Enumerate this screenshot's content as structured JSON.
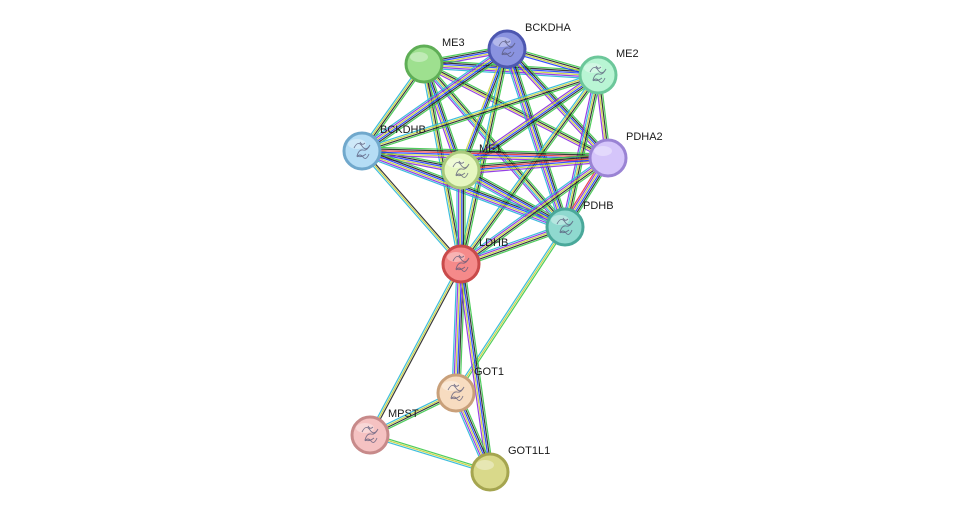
{
  "nodes": [
    {
      "id": "ME3",
      "label": "ME3",
      "fill": "#9ee08f",
      "stroke": "#5fae56",
      "has_structure": false
    },
    {
      "id": "BCKDHA",
      "label": "BCKDHA",
      "fill": "#8a93e0",
      "stroke": "#4d57b0",
      "has_structure": true
    },
    {
      "id": "ME2",
      "label": "ME2",
      "fill": "#b9f5d4",
      "stroke": "#6cc79a",
      "has_structure": true
    },
    {
      "id": "BCKDHB",
      "label": "BCKDHB",
      "fill": "#b5ddf5",
      "stroke": "#70a8cc",
      "has_structure": true
    },
    {
      "id": "ME1",
      "label": "ME1",
      "fill": "#e6f7c0",
      "stroke": "#a9c97b",
      "has_structure": true
    },
    {
      "id": "PDHA2",
      "label": "PDHA2",
      "fill": "#d5c5fa",
      "stroke": "#9a83d4",
      "has_structure": false
    },
    {
      "id": "PDHB",
      "label": "PDHB",
      "fill": "#8fd9cf",
      "stroke": "#4aa89a",
      "has_structure": true
    },
    {
      "id": "LDHB",
      "label": "LDHB",
      "fill": "#f58a8a",
      "stroke": "#c94a4a",
      "has_structure": true
    },
    {
      "id": "GOT1",
      "label": "GOT1",
      "fill": "#f7dcc0",
      "stroke": "#c9a07a",
      "has_structure": true
    },
    {
      "id": "MPST",
      "label": "MPST",
      "fill": "#f5c2c2",
      "stroke": "#c78a8a",
      "has_structure": true
    },
    {
      "id": "GOT1L1",
      "label": "GOT1L1",
      "fill": "#d9d98a",
      "stroke": "#a5a54f",
      "has_structure": false
    }
  ],
  "edges": [
    {
      "a": "ME3",
      "b": "BCKDHA",
      "colors": [
        "#3cc84a",
        "#222222",
        "#1e3cff",
        "#c9d23a",
        "#8a2be2"
      ]
    },
    {
      "a": "ME3",
      "b": "ME2",
      "colors": [
        "#3cc84a",
        "#222222",
        "#1e3cff",
        "#c9d23a",
        "#8a2be2",
        "#29b6d8"
      ]
    },
    {
      "a": "ME3",
      "b": "BCKDHB",
      "colors": [
        "#3cc84a",
        "#222222",
        "#c9d23a",
        "#29b6d8"
      ]
    },
    {
      "a": "ME3",
      "b": "ME1",
      "colors": [
        "#3cc84a",
        "#222222",
        "#1e3cff",
        "#c9d23a",
        "#8a2be2"
      ]
    },
    {
      "a": "ME3",
      "b": "PDHA2",
      "colors": [
        "#3cc84a",
        "#222222",
        "#c9d23a",
        "#8a2be2"
      ]
    },
    {
      "a": "ME3",
      "b": "PDHB",
      "colors": [
        "#3cc84a",
        "#222222",
        "#c9d23a",
        "#29b6d8",
        "#8a2be2"
      ]
    },
    {
      "a": "ME3",
      "b": "LDHB",
      "colors": [
        "#3cc84a",
        "#222222",
        "#c9d23a",
        "#29b6d8"
      ]
    },
    {
      "a": "BCKDHA",
      "b": "ME2",
      "colors": [
        "#3cc84a",
        "#222222",
        "#c9d23a",
        "#1e3cff"
      ]
    },
    {
      "a": "BCKDHA",
      "b": "BCKDHB",
      "colors": [
        "#3cc84a",
        "#222222",
        "#1e3cff",
        "#c9d23a",
        "#8a2be2",
        "#29b6d8"
      ]
    },
    {
      "a": "BCKDHA",
      "b": "ME1",
      "colors": [
        "#3cc84a",
        "#222222",
        "#1e3cff",
        "#c9d23a"
      ]
    },
    {
      "a": "BCKDHA",
      "b": "PDHA2",
      "colors": [
        "#3cc84a",
        "#222222",
        "#1e3cff",
        "#c9d23a",
        "#8a2be2"
      ]
    },
    {
      "a": "BCKDHA",
      "b": "PDHB",
      "colors": [
        "#3cc84a",
        "#222222",
        "#1e3cff",
        "#c9d23a",
        "#8a2be2",
        "#29b6d8"
      ]
    },
    {
      "a": "BCKDHA",
      "b": "LDHB",
      "colors": [
        "#3cc84a",
        "#222222",
        "#c9d23a",
        "#29b6d8"
      ]
    },
    {
      "a": "ME2",
      "b": "BCKDHB",
      "colors": [
        "#3cc84a",
        "#222222",
        "#c9d23a",
        "#29b6d8"
      ]
    },
    {
      "a": "ME2",
      "b": "ME1",
      "colors": [
        "#3cc84a",
        "#222222",
        "#1e3cff",
        "#c9d23a",
        "#8a2be2"
      ]
    },
    {
      "a": "ME2",
      "b": "PDHA2",
      "colors": [
        "#3cc84a",
        "#222222",
        "#c9d23a",
        "#8a2be2"
      ]
    },
    {
      "a": "ME2",
      "b": "PDHB",
      "colors": [
        "#3cc84a",
        "#222222",
        "#c9d23a",
        "#29b6d8",
        "#8a2be2"
      ]
    },
    {
      "a": "ME2",
      "b": "LDHB",
      "colors": [
        "#3cc84a",
        "#222222",
        "#c9d23a",
        "#29b6d8"
      ]
    },
    {
      "a": "BCKDHB",
      "b": "ME1",
      "colors": [
        "#3cc84a",
        "#222222",
        "#1e3cff",
        "#c9d23a",
        "#8a2be2"
      ]
    },
    {
      "a": "BCKDHB",
      "b": "PDHA2",
      "colors": [
        "#3cc84a",
        "#222222",
        "#e8343a",
        "#1e3cff",
        "#c9d23a",
        "#8a2be2"
      ]
    },
    {
      "a": "BCKDHB",
      "b": "PDHB",
      "colors": [
        "#3cc84a",
        "#222222",
        "#1e3cff",
        "#c9d23a",
        "#8a2be2",
        "#29b6d8"
      ]
    },
    {
      "a": "BCKDHB",
      "b": "LDHB",
      "colors": [
        "#222222",
        "#c9d23a",
        "#29b6d8"
      ]
    },
    {
      "a": "ME1",
      "b": "PDHA2",
      "colors": [
        "#3cc84a",
        "#222222",
        "#e8343a",
        "#1e3cff",
        "#c9d23a",
        "#8a2be2"
      ]
    },
    {
      "a": "ME1",
      "b": "PDHB",
      "colors": [
        "#3cc84a",
        "#222222",
        "#1e3cff",
        "#c9d23a",
        "#8a2be2",
        "#29b6d8"
      ]
    },
    {
      "a": "ME1",
      "b": "LDHB",
      "colors": [
        "#3cc84a",
        "#222222",
        "#1e3cff",
        "#c9d23a",
        "#8a2be2",
        "#29b6d8"
      ]
    },
    {
      "a": "PDHA2",
      "b": "PDHB",
      "colors": [
        "#3cc84a",
        "#222222",
        "#1e3cff",
        "#c9d23a",
        "#8a2be2",
        "#e8343a"
      ]
    },
    {
      "a": "PDHA2",
      "b": "LDHB",
      "colors": [
        "#3cc84a",
        "#222222",
        "#c9d23a",
        "#8a2be2",
        "#29b6d8"
      ]
    },
    {
      "a": "PDHB",
      "b": "LDHB",
      "colors": [
        "#3cc84a",
        "#222222",
        "#c9d23a",
        "#8a2be2",
        "#29b6d8"
      ]
    },
    {
      "a": "PDHB",
      "b": "GOT1",
      "colors": [
        "#3cc84a",
        "#c9d23a",
        "#29b6d8"
      ]
    },
    {
      "a": "LDHB",
      "b": "GOT1",
      "colors": [
        "#3cc84a",
        "#222222",
        "#1e3cff",
        "#c9d23a",
        "#8a2be2",
        "#29b6d8"
      ]
    },
    {
      "a": "LDHB",
      "b": "MPST",
      "colors": [
        "#222222",
        "#c9d23a",
        "#29b6d8"
      ]
    },
    {
      "a": "LDHB",
      "b": "GOT1L1",
      "colors": [
        "#3cc84a",
        "#222222",
        "#1e3cff",
        "#c9d23a",
        "#8a2be2"
      ]
    },
    {
      "a": "GOT1",
      "b": "MPST",
      "colors": [
        "#3cc84a",
        "#222222",
        "#c9d23a",
        "#29b6d8"
      ]
    },
    {
      "a": "GOT1",
      "b": "GOT1L1",
      "colors": [
        "#3cc84a",
        "#222222",
        "#1e3cff",
        "#c9d23a",
        "#8a2be2",
        "#29b6d8"
      ]
    },
    {
      "a": "MPST",
      "b": "GOT1L1",
      "colors": [
        "#3cc84a",
        "#c9d23a",
        "#29b6d8"
      ]
    }
  ]
}
